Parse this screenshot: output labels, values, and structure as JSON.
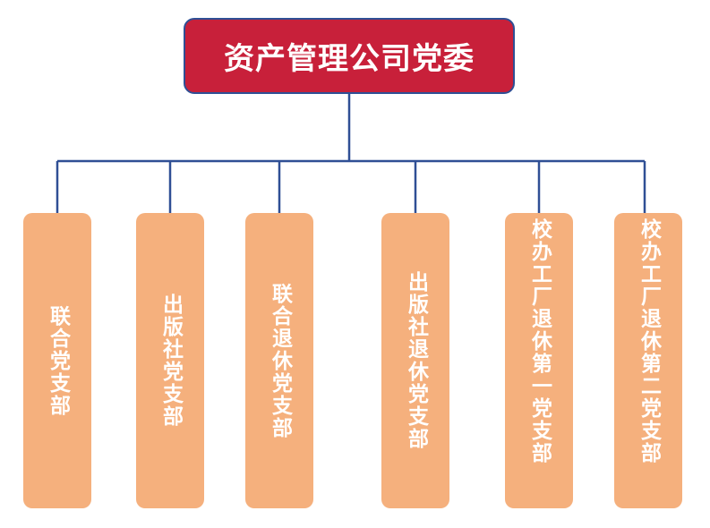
{
  "root": {
    "label": "资产管理公司党委",
    "fill_color": "#c8203a",
    "border_color": "#2f4f95"
  },
  "connector_color": "#2f4f95",
  "branch_fill_color": "#f5b07d",
  "branches": [
    {
      "label": "联合党支部"
    },
    {
      "label": "出版社党支部"
    },
    {
      "label": "联合退休党支部"
    },
    {
      "label": "出版社退休党支部"
    },
    {
      "label": "校办工厂退休第一党支部"
    },
    {
      "label": "校办工厂退休第二党支部"
    }
  ]
}
